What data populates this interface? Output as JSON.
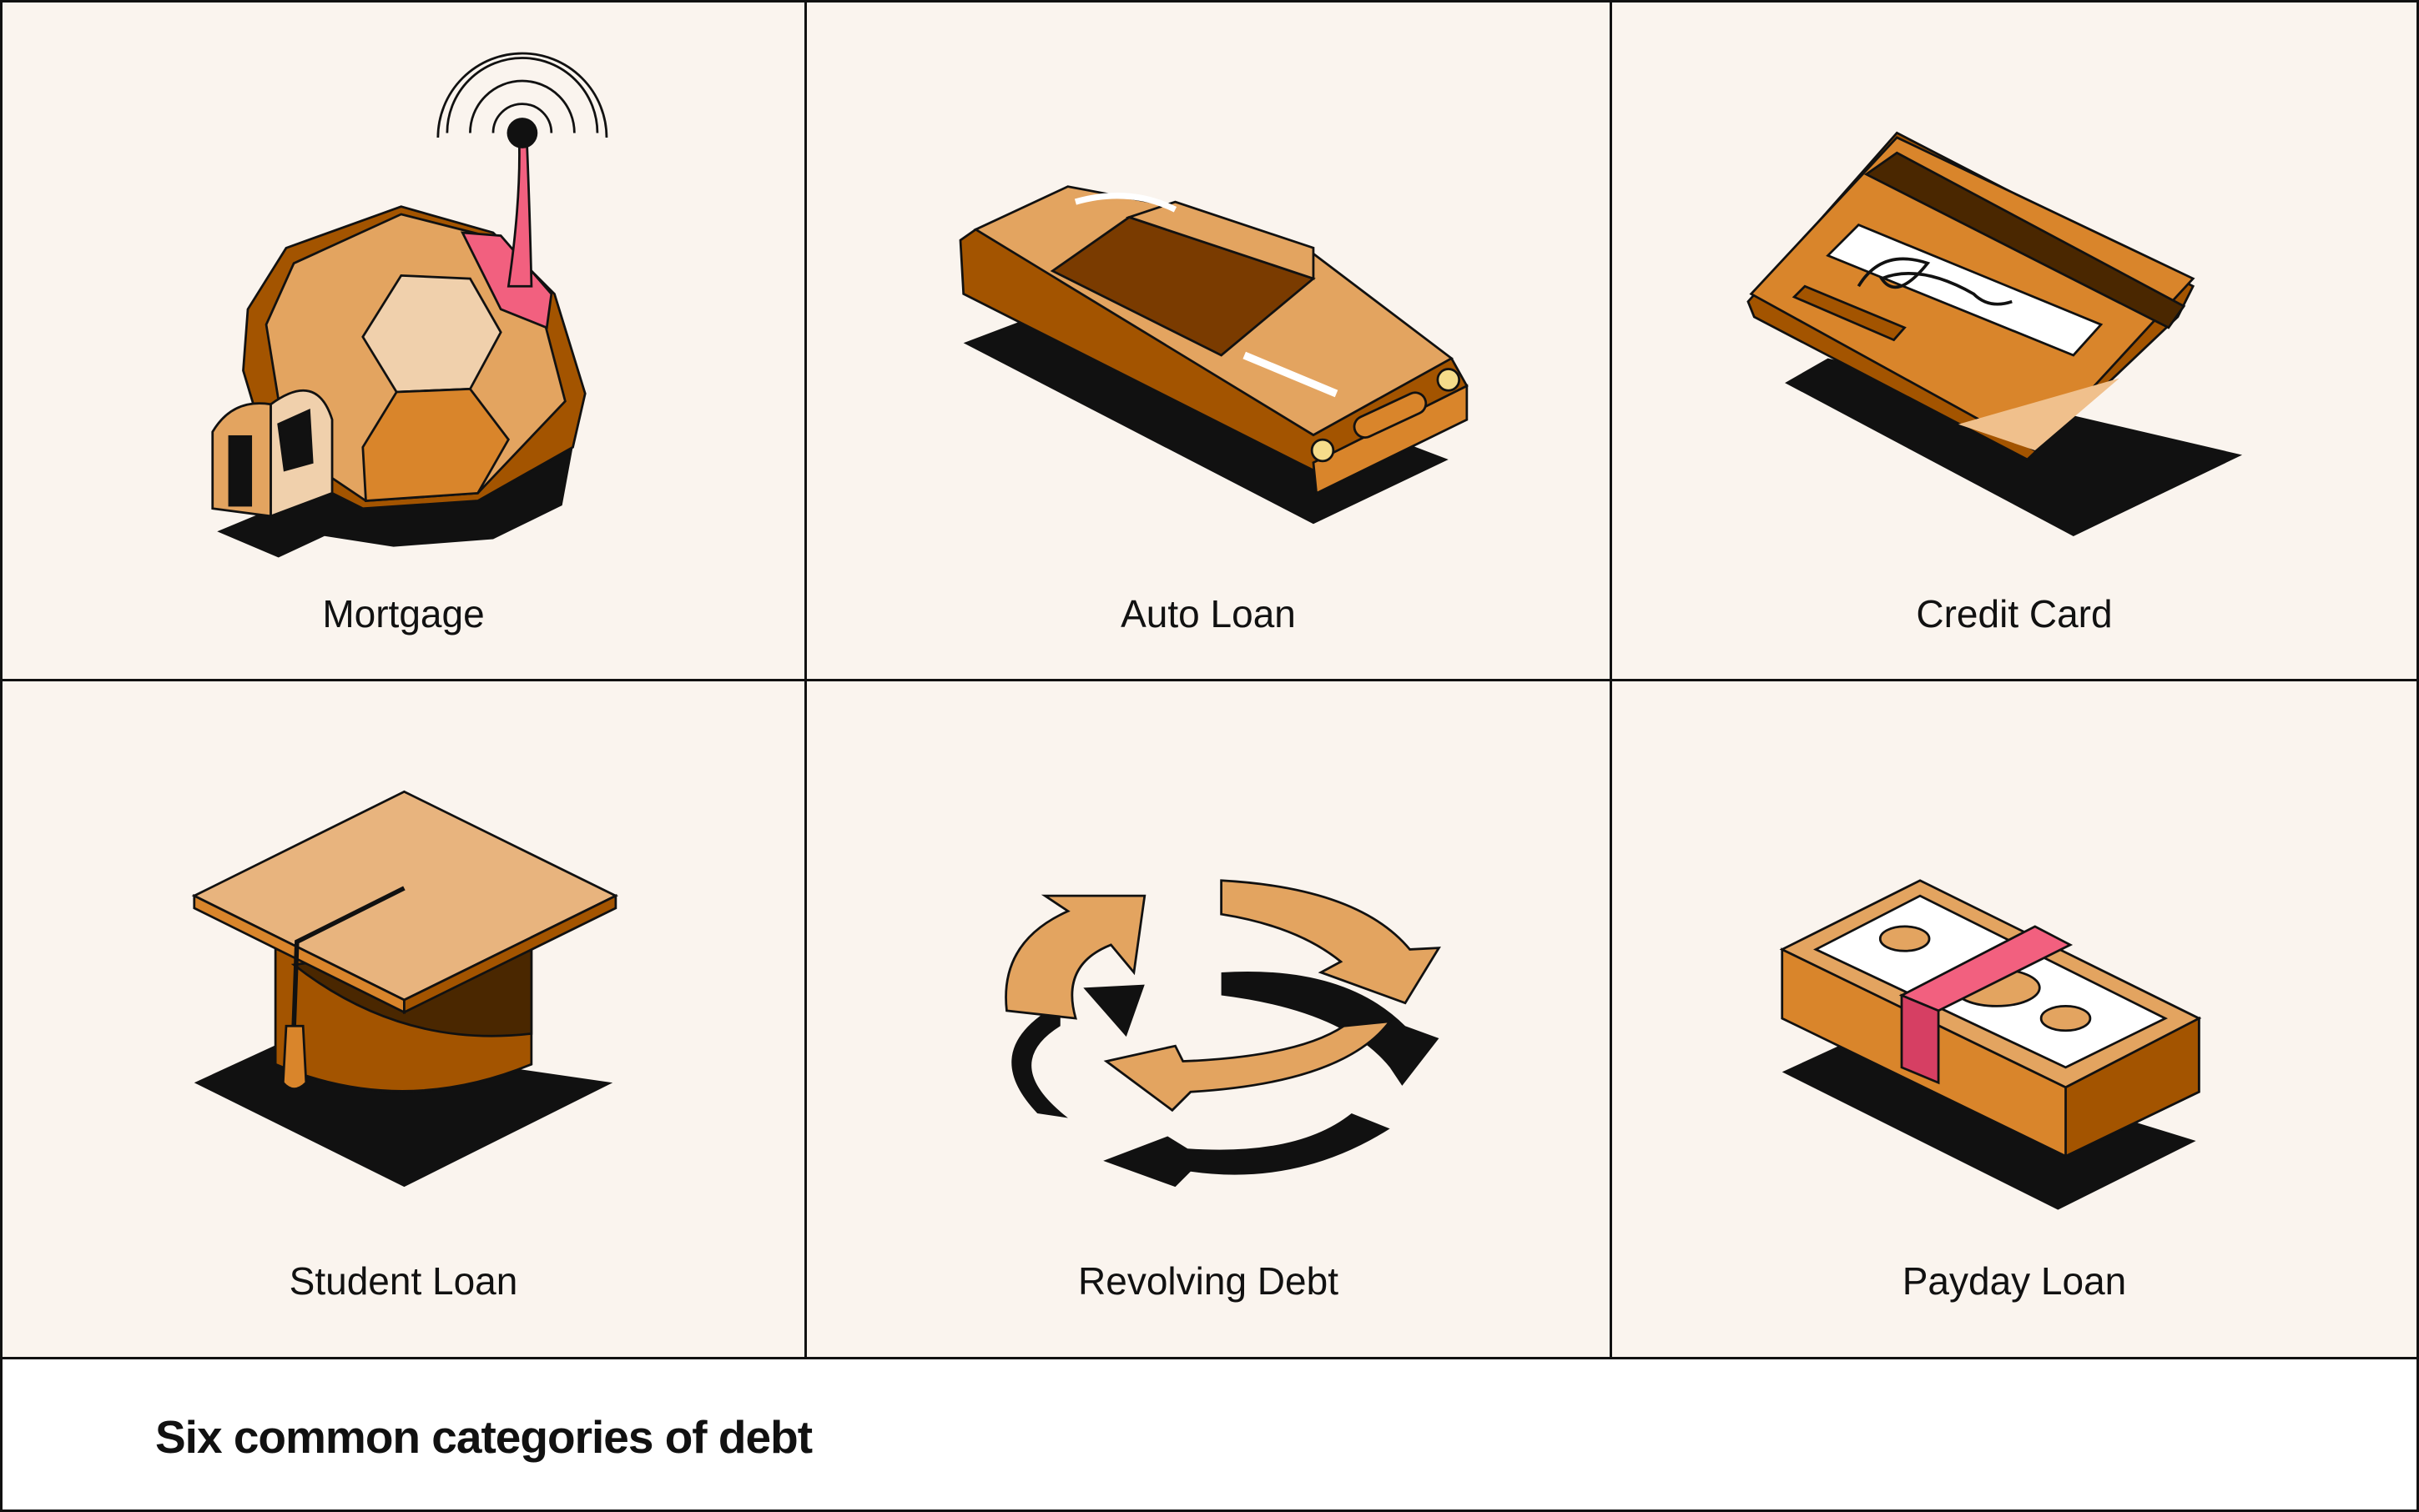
{
  "categories": [
    {
      "label": "Mortgage",
      "icon": "dome-house-antenna-icon"
    },
    {
      "label": "Auto Loan",
      "icon": "car-icon"
    },
    {
      "label": "Credit Card",
      "icon": "credit-card-icon"
    },
    {
      "label": "Student Loan",
      "icon": "graduation-cap-icon"
    },
    {
      "label": "Revolving Debt",
      "icon": "circular-arrows-icon"
    },
    {
      "label": "Payday Loan",
      "icon": "cash-stack-icon"
    }
  ],
  "caption": "Six common categories of debt",
  "colors": {
    "background": "#faf4ee",
    "orange": "#d9852b",
    "light_orange": "#e3a460",
    "dark_brown": "#a35400",
    "pink": "#f2607f",
    "border": "#111111"
  }
}
